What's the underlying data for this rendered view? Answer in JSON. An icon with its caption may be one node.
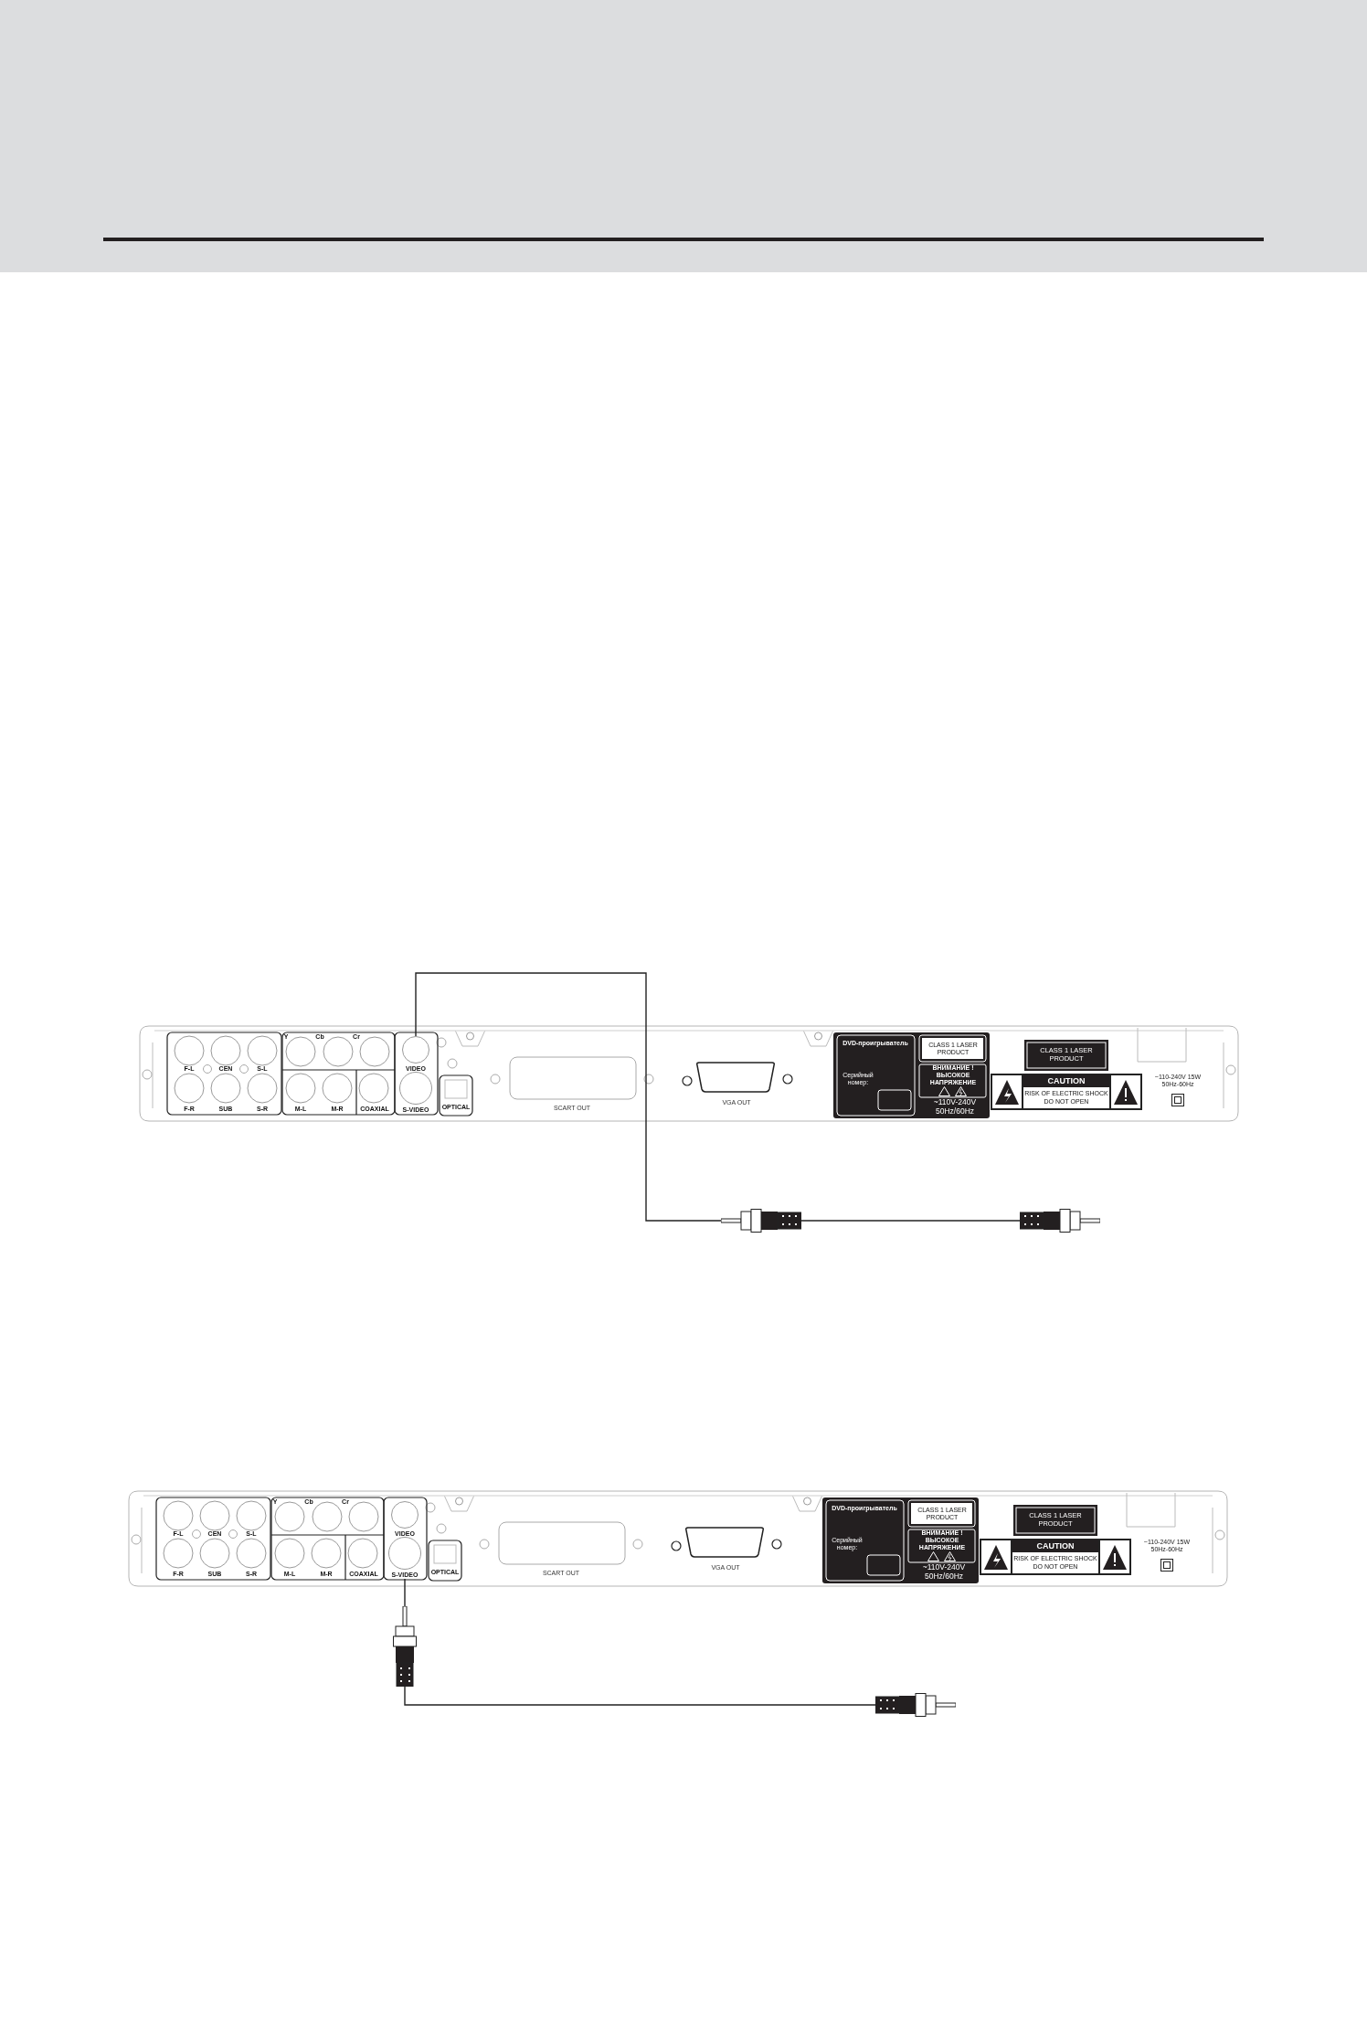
{
  "diagram": {
    "nodes": [
      {
        "text": [],
        "shape": "box"
      },
      {
        "text": [
          "VIDEO"
        ],
        "in": 0
      },
      {
        "text": [
          "S-VIDEO"
        ],
        "in": 0
      },
      {
        "text": [],
        "shape": "plug"
      },
      {
        "text": [],
        "shape": "plug"
      },
      {
        "text": [],
        "shape": "box"
      },
      {
        "text": [
          "VIDEO"
        ],
        "in": 5
      },
      {
        "text": [
          "S-VIDEO"
        ],
        "in": 5
      },
      {
        "text": [],
        "shape": "plug"
      },
      {
        "text": [],
        "shape": "plug"
      }
    ],
    "edges": [
      {
        "from": 1,
        "to": 3,
        "arrow": "none"
      },
      {
        "from": 3,
        "to": 4,
        "arrow": "none"
      },
      {
        "from": 7,
        "to": 8,
        "arrow": "none"
      },
      {
        "from": 8,
        "to": 9,
        "arrow": "none"
      }
    ],
    "labels": [
      "F-L",
      "CEN",
      "S-L",
      "Y",
      "Cb",
      "Cr",
      "F-R",
      "SUB",
      "S-R",
      "M-L",
      "M-R",
      "COAXIAL",
      "OPTICAL",
      "SCART OUT",
      "VGA OUT",
      "DVD-проигрыватель",
      "Серийный номер:",
      "CLASS 1 LASER PRODUCT",
      "ВНИМАНИЕ ! ВЫСОКОЕ НАПРЯЖЕНИЕ",
      "~110V-240V 50Hz/60Hz",
      "CLASS 1 LASER PRODUCT",
      "CAUTION",
      "RISK OF ELECTRIC SHOCK",
      "DO NOT OPEN",
      "~110-240V 15W 50Hz-60Hz",
      "F-L",
      "CEN",
      "S-L",
      "Y",
      "Cb",
      "Cr",
      "F-R",
      "SUB",
      "S-R",
      "M-L",
      "M-R",
      "COAXIAL",
      "OPTICAL",
      "SCART OUT",
      "VGA OUT",
      "DVD-проигрыватель",
      "Серийный номер:",
      "CLASS 1 LASER PRODUCT",
      "ВНИМАНИЕ ! ВЫСОКОЕ НАПРЯЖЕНИЕ",
      "~110V-240V 50Hz/60Hz",
      "CLASS 1 LASER PRODUCT",
      "CAUTION",
      "RISK OF ELECTRIC SHOCK",
      "DO NOT OPEN",
      "~110-240V 15W 50Hz-60Hz"
    ]
  }
}
